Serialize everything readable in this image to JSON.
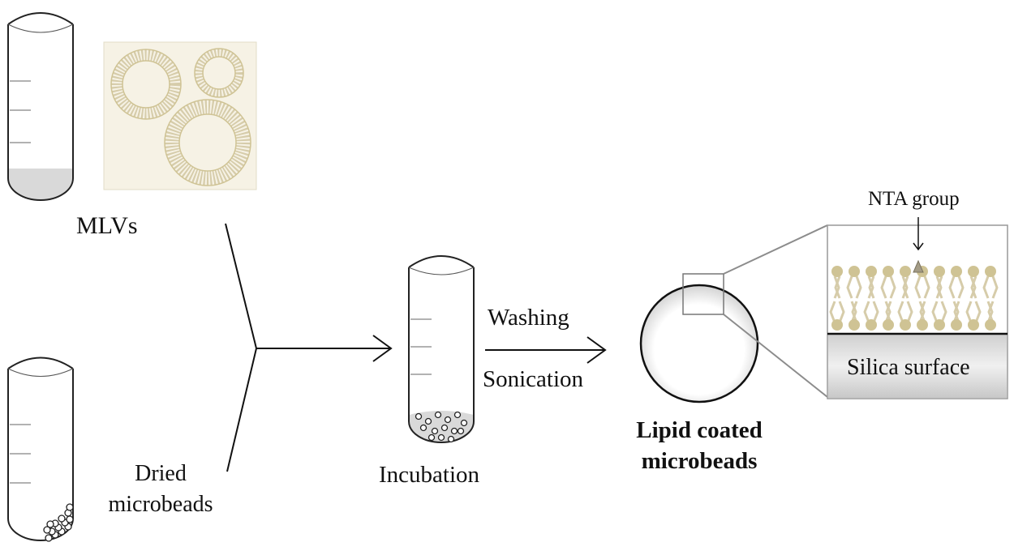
{
  "labels": {
    "mlvs": "MLVs",
    "dried_line1": "Dried",
    "dried_line2": "microbeads",
    "incubation": "Incubation",
    "washing": "Washing",
    "sonication": "Sonication",
    "lipid_line1": "Lipid coated",
    "lipid_line2": "microbeads",
    "nta_group": "NTA group",
    "silica_surface": "Silica surface"
  },
  "colors": {
    "lipid": "#d6ccaa",
    "lipid_head": "#cfc394",
    "vesicle_panel": "#f6f2e5",
    "tube_liquid": "#d9d9d9",
    "silica": "#dcdcdc",
    "line": "#111111",
    "zoom_line": "#8c8c8c"
  }
}
